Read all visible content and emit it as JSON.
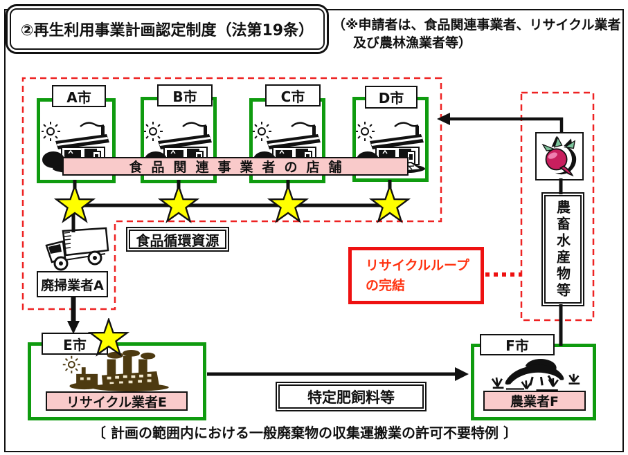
{
  "header": {
    "title": "②再生利用事業計画認定制度（法第19条）",
    "note_line1": "（※申請者は、食品関連事業者、リサイクル業者",
    "note_line2": "及び農林漁業者等）"
  },
  "stores": {
    "cities": [
      "A市",
      "B市",
      "C市",
      "D市"
    ],
    "banner": "食品関連事業者の店舗"
  },
  "left_flow": {
    "resource_label": "食品循環資源",
    "collector_label": "廃掃業者A"
  },
  "loop_box": {
    "line1": "リサイクルループ",
    "line2": "の完結"
  },
  "right_flow": {
    "agri_label": "農畜水産物等"
  },
  "recycler": {
    "city": "E市",
    "label": "リサイクル業者E"
  },
  "transfer": {
    "feed_label": "特定肥飼料等"
  },
  "farmer": {
    "city": "F市",
    "label": "農業者F"
  },
  "footer_note": "〔 計画の範囲内における一般廃棄物の収集運搬業の許可不要特例 〕",
  "colors": {
    "green_border": "#0f9b0f",
    "pink_fill": "#f9caca",
    "red_accent": "#ee1111",
    "red_text": "#ff3311",
    "star_yellow": "#ffff00",
    "factory_brown": "#4d3a11",
    "beet_magenta": "#c81f5e",
    "leaf_green": "#7cc39b",
    "line_black": "#111111"
  },
  "icons": {
    "store": "store-icon",
    "truck": "truck-icon",
    "beet": "beet-icon",
    "factory": "factory-icon",
    "farmer": "farmer-icon",
    "star": "star-icon",
    "sun": "sun-icon"
  }
}
